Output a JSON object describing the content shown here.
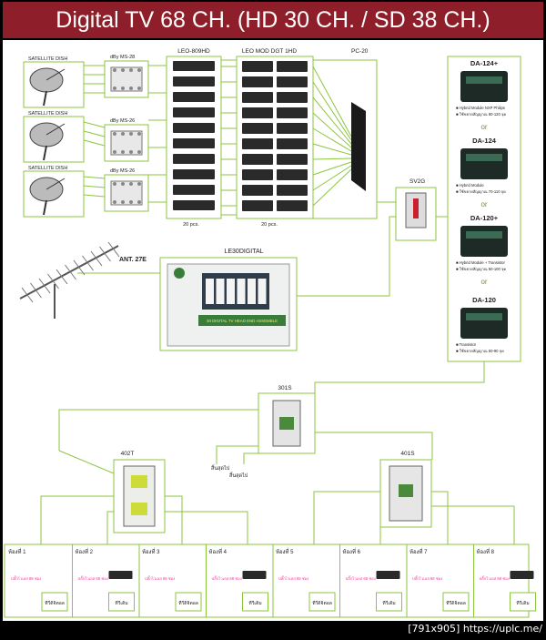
{
  "title": "Digital TV 68 CH. (HD 30 CH. / SD 38 CH.)",
  "footer": "[791x905] https://uplc.me/",
  "colors": {
    "banner": "#8e1f2a",
    "line": "#8cc63f",
    "device": "#2a2a2a",
    "room_label": "#e83a9b"
  },
  "labels": {
    "satellite_dish": "SATELLITE DISH",
    "ms28": "dBy MS-28",
    "ms26a": "dBy MS-26",
    "ms26b": "dBy MS-26",
    "leo809": "LEO-809HD",
    "leomod": "LEO MOD DGT 1HD",
    "pc20": "PC-20",
    "pcs20a": "20 pcs.",
    "pcs20b": "20 pcs.",
    "sv2g": "SV2G",
    "ant": "ANT. 27E",
    "le30": "LE30DIGITAL",
    "le30_front": "30 DIGITAL TV HEAD END ASSEMBLE",
    "s301": "301S",
    "s402": "402T",
    "s401": "401S",
    "spare1": "สิ้นสุดไป",
    "spare2": "สิ้นสุดไป",
    "or": "or"
  },
  "amps": [
    {
      "name": "DA-124+",
      "f1": "Hybrid Module NXP Philips",
      "f2": "ใช้ขยายสัญญาณ 80-120 จุด"
    },
    {
      "name": "DA-124",
      "f1": "Hybrid Module",
      "f2": "ใช้ขยายสัญญาณ 70-110 จุด"
    },
    {
      "name": "DA-120+",
      "f1": "Hybrid Module + Transistor",
      "f2": "ใช้ขยายสัญญาณ 60-100 จุด"
    },
    {
      "name": "DA-120",
      "f1": "Transistor",
      "f2": "ใช้ขยายสัญญาณ 50-90 จุด"
    }
  ],
  "rooms": [
    {
      "name": "ห้องที่ 1",
      "outlet": "ปลั๊กไวเลส 68 ช่อง",
      "tv": "ทีวีดิจิตอล",
      "stb": false
    },
    {
      "name": "ห้องที่ 2",
      "outlet": "ปลั๊กไวเลส 68 ช่อง",
      "tv": "ทีวีเดิม",
      "stb": true
    },
    {
      "name": "ห้องที่ 3",
      "outlet": "ปลั๊กไวเลส 68 ช่อง",
      "tv": "ทีวีดิจิตอล",
      "stb": false
    },
    {
      "name": "ห้องที่ 4",
      "outlet": "ปลั๊กไวเลส 68 ช่อง",
      "tv": "ทีวีเดิม",
      "stb": true
    },
    {
      "name": "ห้องที่ 5",
      "outlet": "ปลั๊กไวเลส 68 ช่อง",
      "tv": "ทีวีดิจิตอล",
      "stb": false
    },
    {
      "name": "ห้องที่ 6",
      "outlet": "ปลั๊กไวเลส 68 ช่อง",
      "tv": "ทีวีเดิม",
      "stb": true
    },
    {
      "name": "ห้องที่ 7",
      "outlet": "ปลั๊กไวเลส 68 ช่อง",
      "tv": "ทีวีดิจิตอล",
      "stb": false
    },
    {
      "name": "ห้องที่ 8",
      "outlet": "ปลั๊กไวเลส 68 ช่อง",
      "tv": "ทีวีเดิม",
      "stb": true
    }
  ]
}
